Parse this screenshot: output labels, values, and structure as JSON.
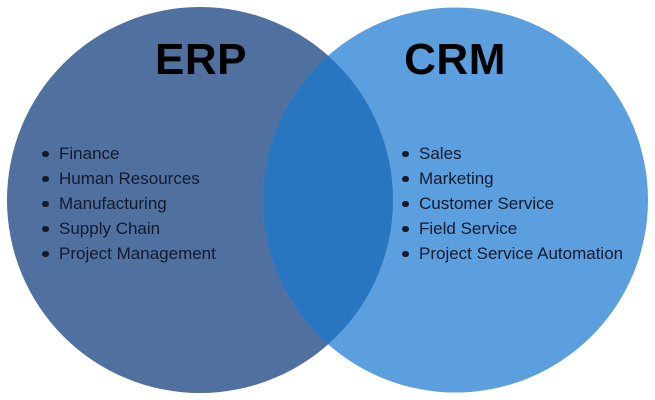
{
  "venn": {
    "background_color": "#ffffff",
    "text_color": "#121a2e",
    "title_color": "#000000",
    "overlap_color": "#2776bf",
    "left": {
      "title": "ERP",
      "circle_color": "#50719f",
      "items": [
        "Finance",
        "Human Resources",
        "Manufacturing",
        "Supply Chain",
        "Project Management"
      ]
    },
    "right": {
      "title": "CRM",
      "circle_color": "#5c9fde",
      "items": [
        "Sales",
        "Marketing",
        "Customer Service",
        "Field Service",
        "Project Service Automation"
      ]
    }
  }
}
